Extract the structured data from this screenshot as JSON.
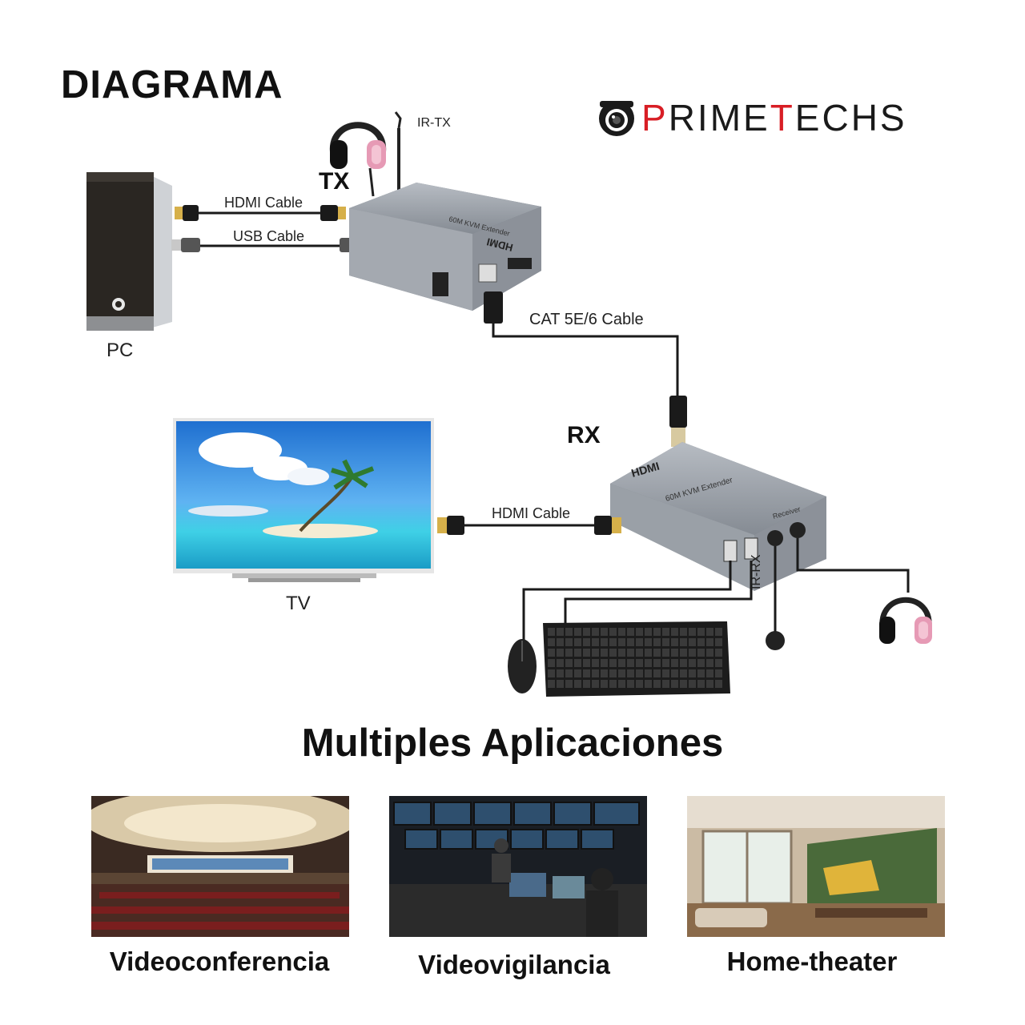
{
  "header": {
    "title": "DIAGRAMA",
    "brand": {
      "prefix": "P",
      "mid1": "RIME",
      "accent": "T",
      "mid2": "ECHS"
    }
  },
  "diagram": {
    "tx_label": "TX",
    "rx_label": "RX",
    "ir_tx": "IR-TX",
    "ir_rx": "IR-RX",
    "pc": "PC",
    "tv": "TV",
    "hdmi_cable_tx": "HDMI Cable",
    "usb_cable": "USB Cable",
    "cat_cable": "CAT 5E/6 Cable",
    "hdmi_cable_rx": "HDMI Cable",
    "tx_device_text": "60M KVM Extender",
    "tx_hdmi_text": "HDMI",
    "rx_device_text": "60M KVM Extender",
    "rx_hdmi_text": "HDMI",
    "rx_receiver_text": "Receiver"
  },
  "applications": {
    "title": "Multiples Aplicaciones",
    "items": [
      {
        "label": "Videoconferencia"
      },
      {
        "label": "Videovigilancia"
      },
      {
        "label": "Home-theater"
      }
    ]
  },
  "colors": {
    "brand_red": "#d81e25",
    "device_gray": "#9aa0a8",
    "cable": "#1a1a1a"
  }
}
